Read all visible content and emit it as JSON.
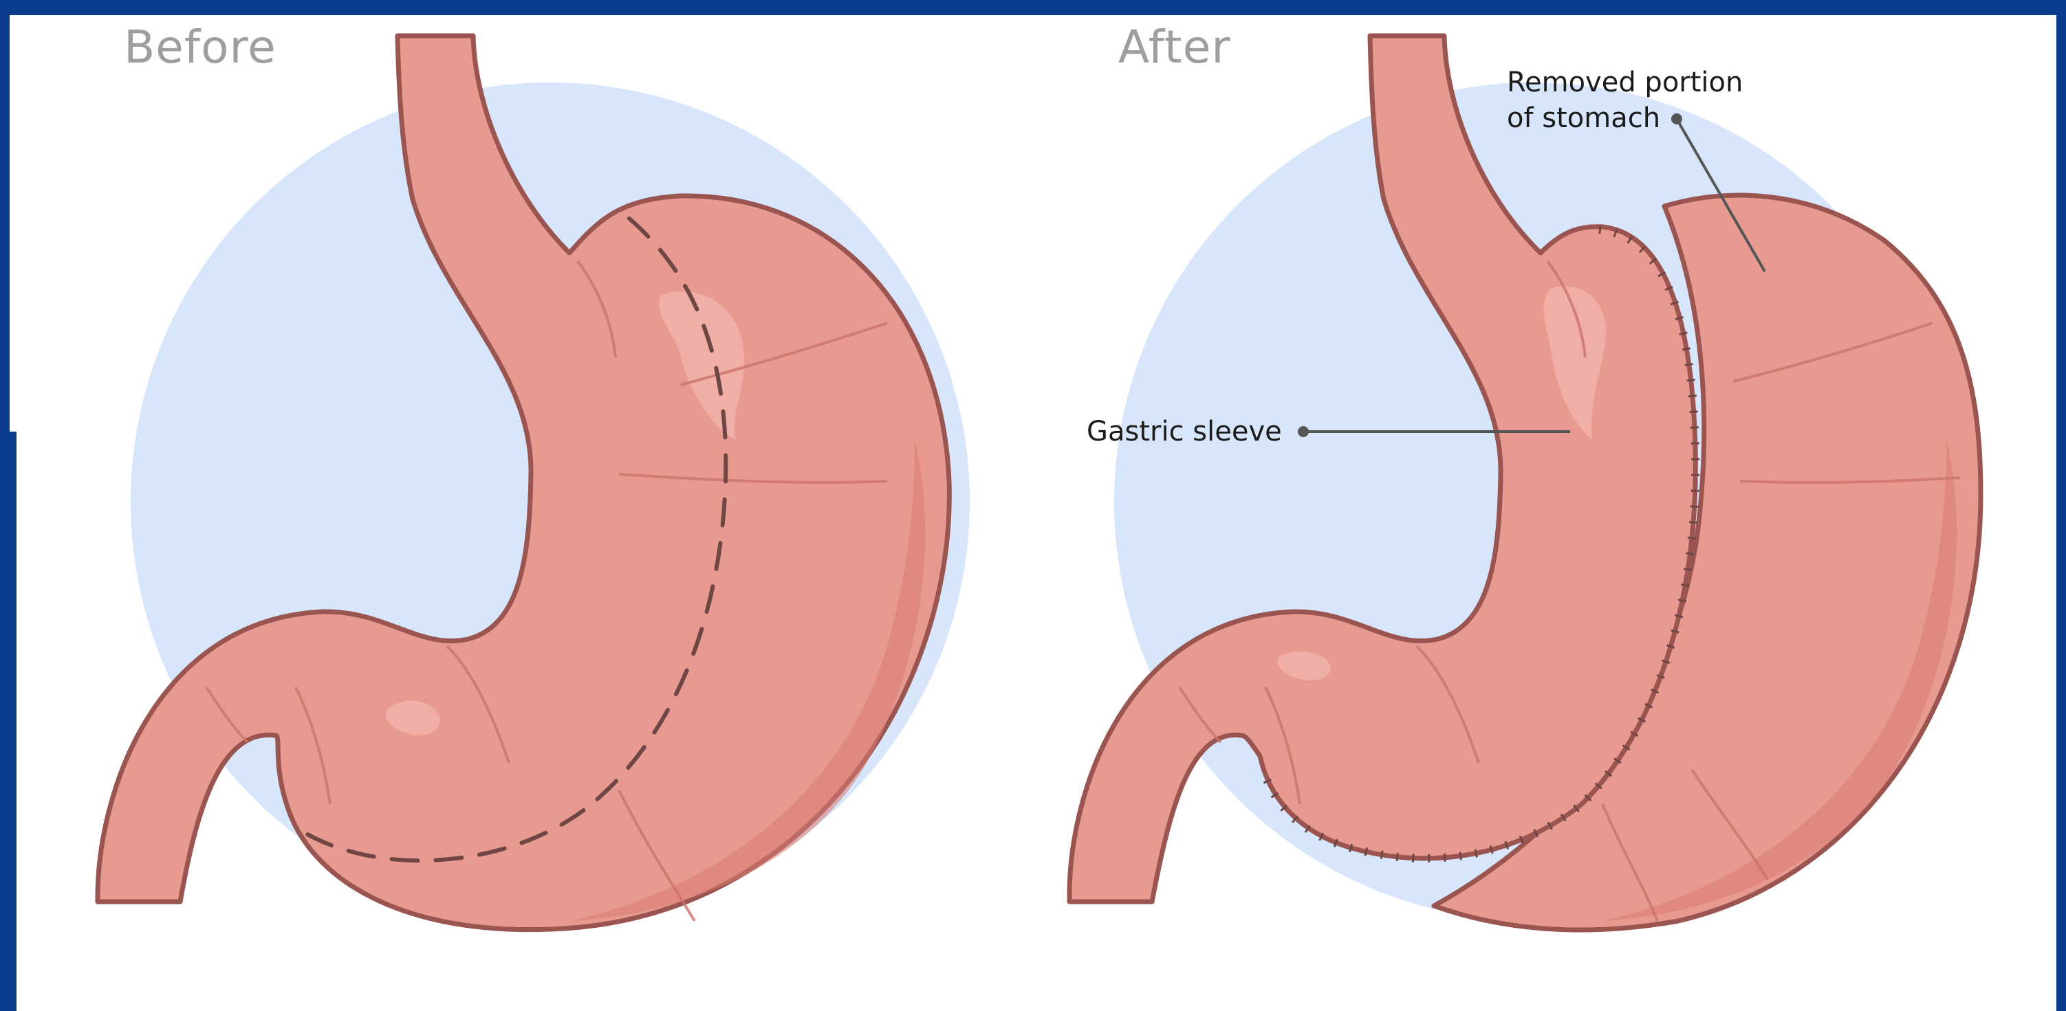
{
  "colors": {
    "frame": "#0b3c8c",
    "background": "#ffffff",
    "circle": "#d7e6fb",
    "tissue": "#e89a90",
    "tissue_highlight": "#f2b6ad",
    "tissue_shadow": "#d97b72",
    "outline": "#9a5550",
    "heading_text": "#9e9e9e",
    "leader_line": "#555555"
  },
  "before": {
    "heading": "Before"
  },
  "after": {
    "heading": "After",
    "callouts": {
      "removed": "Removed portion\nof stomach",
      "sleeve": "Gastric sleeve"
    }
  },
  "icons": {
    "before_illustration": "stomach-icon",
    "after_illustration": "gastric-sleeve-stomach-icon"
  }
}
